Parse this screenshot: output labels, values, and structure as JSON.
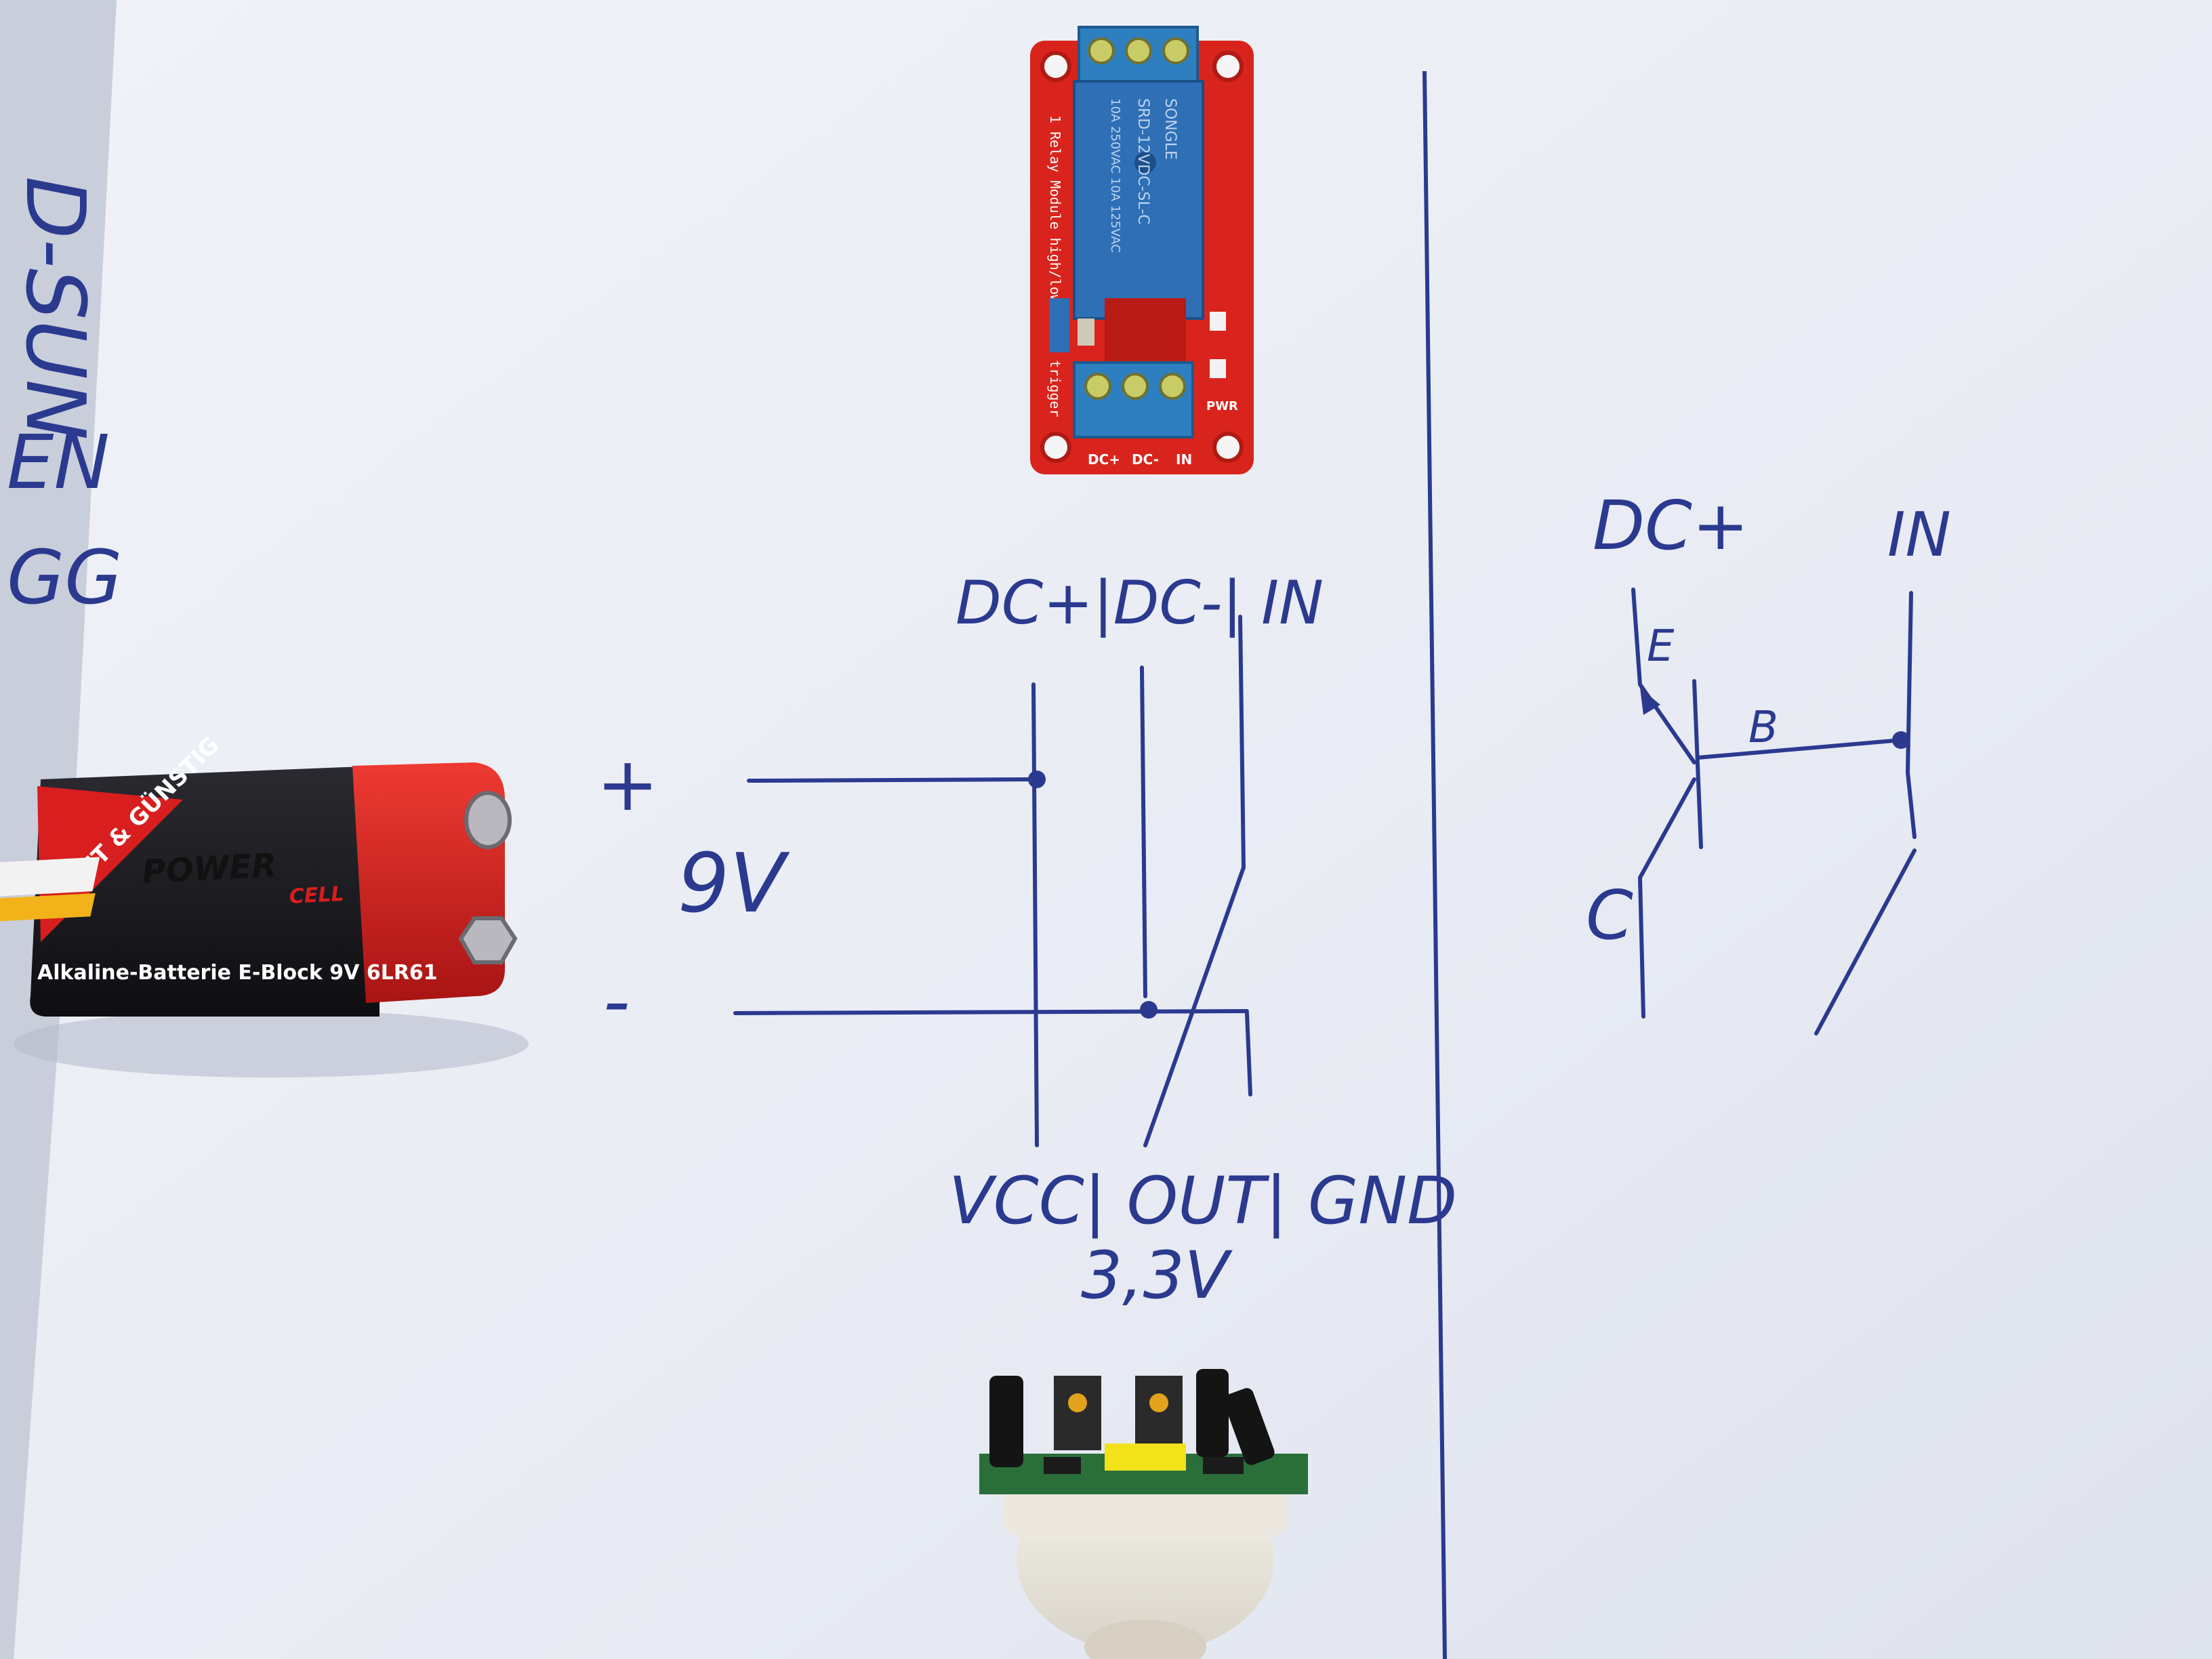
{
  "colors": {
    "paper": "#eef0f6",
    "ink": "#2b3a8f",
    "relay_board": "#d8241c",
    "relay_blue": "#2f6fb5",
    "terminal_blue": "#2d7fc0",
    "battery_black": "#1b1b1f",
    "battery_red": "#d81e1e",
    "battery_gold": "#f2b31a",
    "pir_green": "#2a6e3a",
    "pir_dome": "#f1eee6"
  },
  "left_notes": {
    "line1": "D-SUN",
    "line2": "EN",
    "line3": "GG"
  },
  "relay_module": {
    "relay_text_1": "SONGLE",
    "relay_text_2": "SRD-12VDC-SL-C",
    "relay_text_3": "10A 250VAC 10A 125VAC",
    "board_text": "1 Relay Module high/low level trigger",
    "pwr_label": "PWR",
    "pin_labels": [
      "DC+",
      "DC-",
      "IN"
    ]
  },
  "battery": {
    "badge": "GUT & GÜNSTIG",
    "brand_1": "POWER",
    "brand_2": "CELL",
    "caption": "Alkaline-Batterie E-Block 9V 6LR61"
  },
  "schematic": {
    "relay_header": "DC+|DC-| IN",
    "plus": "+",
    "minus": "-",
    "voltage": "9V",
    "sensor_header": "VCC| OUT| GND",
    "sensor_voltage": "3,3V"
  },
  "transistor": {
    "dc_plus": "DC+",
    "in": "IN",
    "emitter": "E",
    "base": "B",
    "collector": "C"
  },
  "icons": [
    "relay-module-icon",
    "battery-9v-icon",
    "pir-sensor-icon"
  ]
}
